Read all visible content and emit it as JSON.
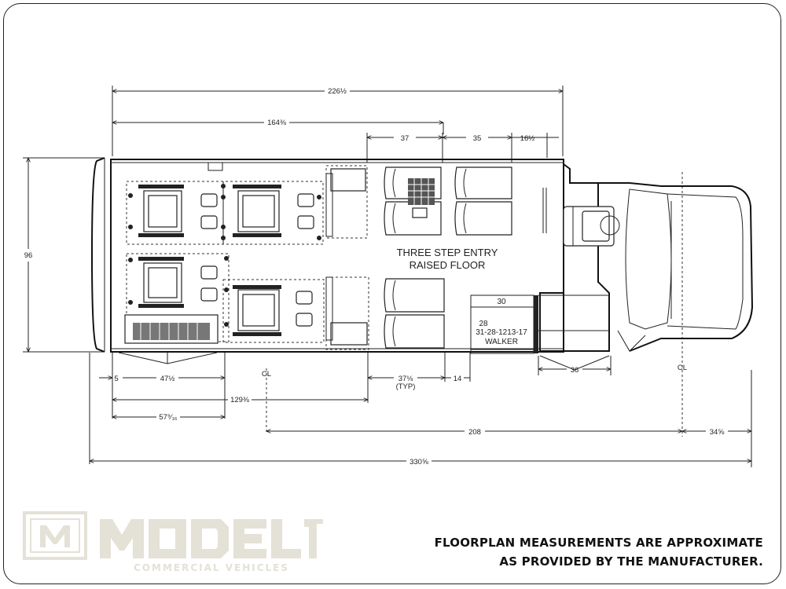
{
  "diagram": {
    "center_label_line1": "THREE STEP ENTRY",
    "center_label_line2": "RAISED FLOOR",
    "walker_num_top": "30",
    "walker_num_left": "28",
    "walker_code": "31-28-1213-17",
    "walker_label": "WALKER",
    "centerline_symbol": "CL",
    "dimensions": {
      "overall_top": "226½",
      "upper_span": "164⅜",
      "seat_row_1": "37",
      "seat_row_2": "35",
      "entry_gap": "16½",
      "height": "96",
      "rear_offset": "5",
      "rear_door": "47½",
      "seat_pitch": "37⅛",
      "seat_pitch_note": "(TYP)",
      "aisle_offset": "14",
      "door_width": "36",
      "to_seats": "129⅜",
      "to_lift": "57⁹⁄₁₆",
      "wheelbase": "208",
      "front_overhang": "34⅝",
      "overall_length": "330⅝"
    }
  },
  "disclaimer": {
    "line1": "FLOORPLAN MEASUREMENTS ARE APPROXIMATE",
    "line2": "AS PROVIDED BY THE MANUFACTURER."
  },
  "logo": {
    "mark": "M",
    "name": "MODEL",
    "digit": "1",
    "tagline": "COMMERCIAL VEHICLES",
    "color": "#e4e1d6"
  }
}
